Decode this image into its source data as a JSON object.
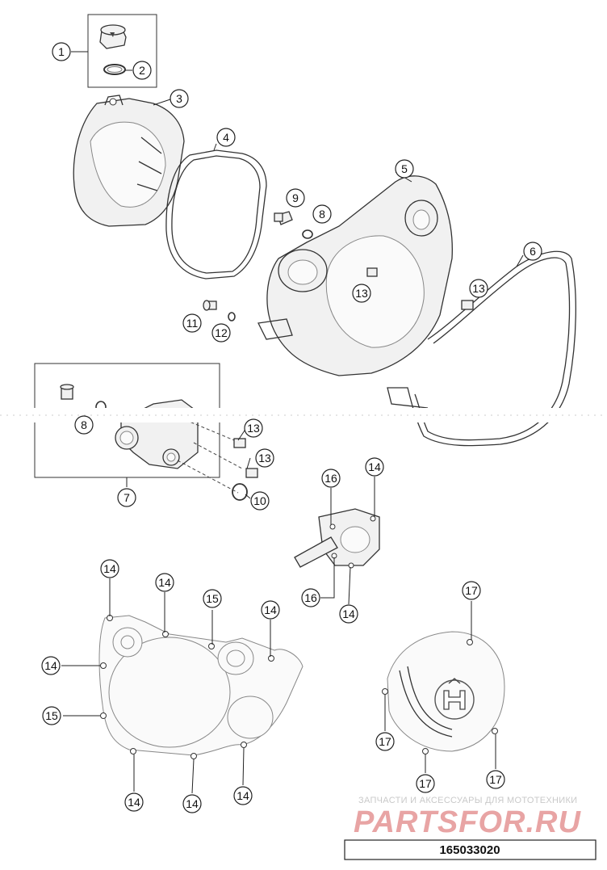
{
  "diagram": {
    "part_number": "165033020",
    "watermark": {
      "line1": "ЗАПЧАСТИ И АКСЕССУАРЫ ДЛЯ МОТОТЕХНИКИ",
      "line2": "PARTSFOR.RU"
    },
    "callouts": [
      {
        "id": "c1",
        "label": "1"
      },
      {
        "id": "c2",
        "label": "2"
      },
      {
        "id": "c3",
        "label": "3"
      },
      {
        "id": "c4",
        "label": "4"
      },
      {
        "id": "c5",
        "label": "5"
      },
      {
        "id": "c6",
        "label": "6"
      },
      {
        "id": "c7",
        "label": "7"
      },
      {
        "id": "c8a",
        "label": "8"
      },
      {
        "id": "c8b",
        "label": "8"
      },
      {
        "id": "c9",
        "label": "9"
      },
      {
        "id": "c10",
        "label": "10"
      },
      {
        "id": "c11",
        "label": "11"
      },
      {
        "id": "c12",
        "label": "12"
      },
      {
        "id": "c13a",
        "label": "13"
      },
      {
        "id": "c13b",
        "label": "13"
      },
      {
        "id": "c13c",
        "label": "13"
      },
      {
        "id": "c13d",
        "label": "13"
      },
      {
        "id": "c14a",
        "label": "14"
      },
      {
        "id": "c14b",
        "label": "14"
      },
      {
        "id": "c14c",
        "label": "14"
      },
      {
        "id": "c14d",
        "label": "14"
      },
      {
        "id": "c14e",
        "label": "14"
      },
      {
        "id": "c14f",
        "label": "14"
      },
      {
        "id": "c14g",
        "label": "14"
      },
      {
        "id": "c14h",
        "label": "14"
      },
      {
        "id": "c14i",
        "label": "14"
      },
      {
        "id": "c14j",
        "label": "14"
      },
      {
        "id": "c15a",
        "label": "15"
      },
      {
        "id": "c15b",
        "label": "15"
      },
      {
        "id": "c16a",
        "label": "16"
      },
      {
        "id": "c16b",
        "label": "16"
      },
      {
        "id": "c17a",
        "label": "17"
      },
      {
        "id": "c17b",
        "label": "17"
      },
      {
        "id": "c17c",
        "label": "17"
      },
      {
        "id": "c17d",
        "label": "17"
      }
    ],
    "colors": {
      "ink": "#222222",
      "part_fill": "#f1f1f1",
      "watermark_red": "#e8a4a4",
      "watermark_grey": "#c9c9c9"
    }
  }
}
